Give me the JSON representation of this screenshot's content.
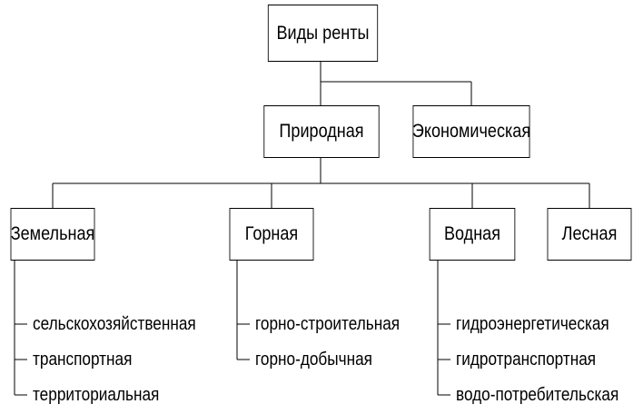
{
  "diagram": {
    "root": "Виды ренты",
    "level2": [
      "Природная",
      "Экономическая"
    ],
    "categories": [
      {
        "label": "Земельная",
        "items": [
          "сельскохозяйственная",
          "транспортная",
          "территориальная"
        ]
      },
      {
        "label": "Горная",
        "items": [
          "горно-строительная",
          "горно-добычная"
        ]
      },
      {
        "label": "Водная",
        "items": [
          "гидроэнергетическая",
          "гидротранспортная",
          "водо-потребительская"
        ]
      },
      {
        "label": "Лесная",
        "items": []
      }
    ]
  },
  "colors": {
    "line": "#000000",
    "text": "#000000",
    "background": "#ffffff"
  }
}
